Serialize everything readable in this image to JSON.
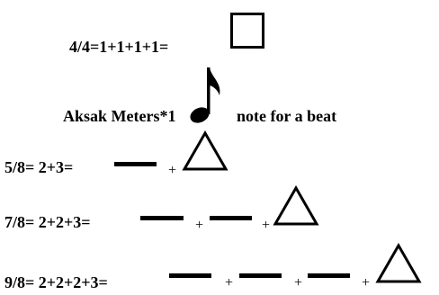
{
  "line_4_4": {
    "text": "4/4=1+1+1+1="
  },
  "heading": {
    "left": "Aksak Meters*1",
    "right": "note for a beat"
  },
  "line_5_8": {
    "text": "5/8= 2+3=",
    "plus": [
      "+"
    ]
  },
  "line_7_8": {
    "text": "7/8= 2+2+3=",
    "plus": [
      "+",
      "+"
    ]
  },
  "line_9_8": {
    "text": "9/8= 2+2+2+3=",
    "plus": [
      "+",
      "+",
      "+"
    ]
  },
  "icons": {
    "whole_beat": "square-icon",
    "eighth_note": "eighth-note-icon",
    "two_beat": "dash-icon",
    "three_beat": "triangle-icon"
  }
}
